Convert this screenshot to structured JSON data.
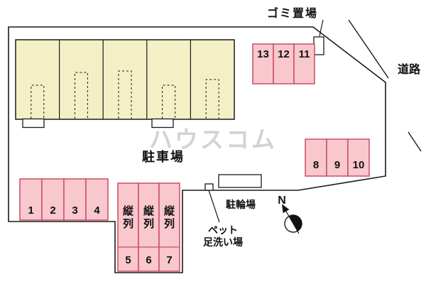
{
  "site": {
    "watermark": "ハウスコム",
    "labels": {
      "garbage": "ゴミ置場",
      "road": "道路",
      "parking_lot": "駐車場",
      "bicycle_parking": "駐輪場",
      "pet_wash_line1": "ペット",
      "pet_wash_line2": "足洗い場",
      "north": "N",
      "tandem_char1": "縦",
      "tandem_char2": "列"
    },
    "spaces": {
      "top_right": [
        "13",
        "12",
        "11"
      ],
      "right": [
        "8",
        "9",
        "10"
      ],
      "bottom_left": [
        "1",
        "2",
        "3",
        "4"
      ],
      "tandem": [
        "5",
        "6",
        "7"
      ]
    },
    "colors": {
      "space_fill": "#f9c7ce",
      "space_border": "#c94f63",
      "building_fill": "#f4f0c6",
      "outline": "#1a1a1a",
      "watermark": "#b0b0b0"
    }
  }
}
